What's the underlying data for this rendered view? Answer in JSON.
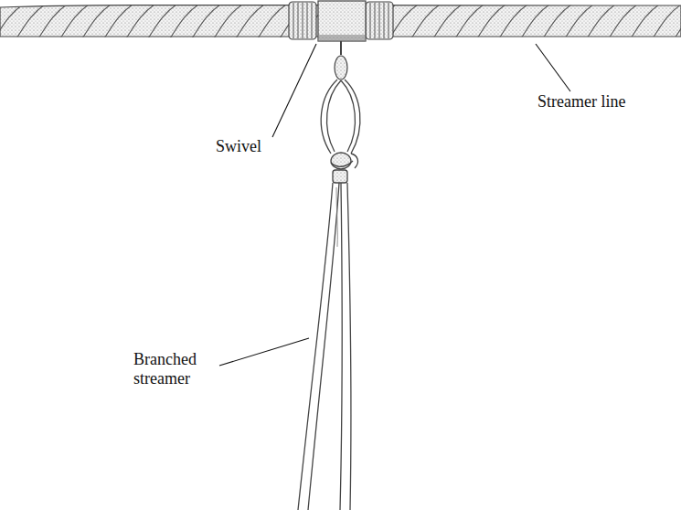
{
  "diagram": {
    "labels": [
      "Swivel",
      "Streamer line",
      "Branched streamer"
    ]
  }
}
